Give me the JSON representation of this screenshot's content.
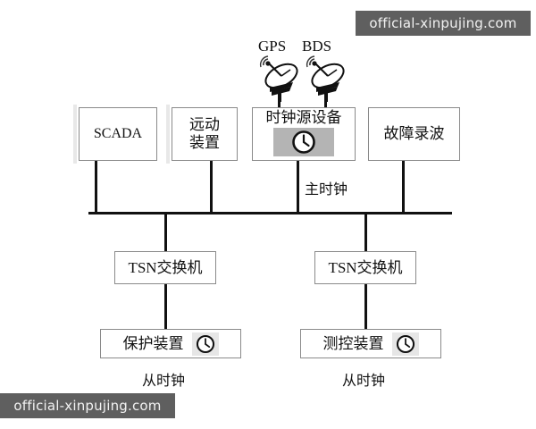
{
  "watermarks": {
    "top_right": "official-xinpujing.com",
    "bottom_left": "official-xinpujing.com"
  },
  "satellites": [
    {
      "label": "GPS",
      "icon": "satellite-dish-icon"
    },
    {
      "label": "BDS",
      "icon": "satellite-dish-icon"
    }
  ],
  "top_devices": [
    {
      "id": "scada",
      "label": "SCADA",
      "lines": [
        "SCADA"
      ]
    },
    {
      "id": "rtu",
      "label": "远动装置",
      "lines": [
        "远动",
        "装置"
      ]
    },
    {
      "id": "clock-source",
      "label": "时钟源设备",
      "lines": [
        "时钟源设备"
      ],
      "icon": "clock-icon"
    },
    {
      "id": "fault-recorder",
      "label": "故障录波",
      "lines": [
        "故障录波"
      ]
    }
  ],
  "bus": {
    "master_clock_label": "主时钟"
  },
  "switches": [
    {
      "id": "tsn-switch-left",
      "label": "TSN交换机"
    },
    {
      "id": "tsn-switch-right",
      "label": "TSN交换机"
    }
  ],
  "end_devices": [
    {
      "id": "protection-device",
      "label": "保护装置",
      "icon": "clock-icon",
      "clock_role": "从时钟"
    },
    {
      "id": "measurement-control-device",
      "label": "测控装置",
      "icon": "clock-icon",
      "clock_role": "从时钟"
    }
  ],
  "colors": {
    "line": "#111111",
    "box_border": "#8a8a8a",
    "clock_chip_dark": "#b4b4b4",
    "clock_chip_light": "#e6e6e6",
    "watermark_bg": "#5f5f5f",
    "watermark_text": "#f2f2f2",
    "background": "#ffffff"
  }
}
